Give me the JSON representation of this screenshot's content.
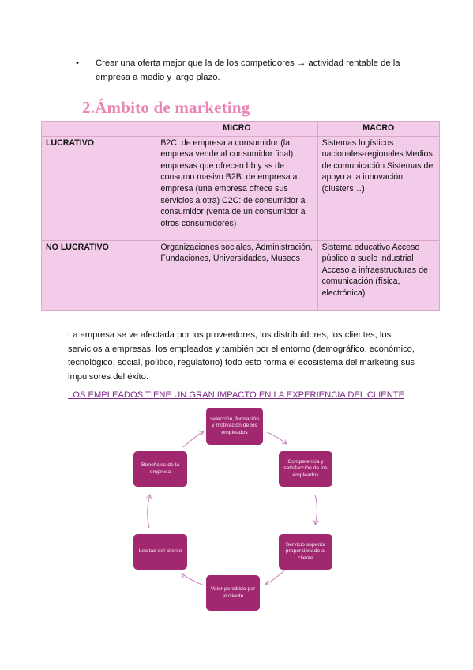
{
  "bullet": {
    "symbol": "•",
    "text": "Crear una oferta mejor que la de los competidores → actividad rentable de la empresa a medio y largo plazo."
  },
  "section_title": "2.Ámbito de marketing",
  "table": {
    "headers": [
      "",
      "MICRO",
      "MACRO"
    ],
    "rows": [
      {
        "label": "LUCRATIVO",
        "micro": "B2C: de empresa a consumidor (la empresa vende al consumidor final) empresas que ofrecen bb y ss de consumo masivo B2B: de empresa a empresa (una empresa ofrece sus servicios a otra) C2C: de consumidor a consumidor (venta de un consumidor a otros consumidores)",
        "macro": "Sistemas logísticos nacionales-regionales Medios de comunicación Sistemas de apoyo a la innovación (clusters…)"
      },
      {
        "label": "NO LUCRATIVO",
        "micro": "Organizaciones sociales, Administración, Fundaciones, Universidades, Museos",
        "macro": "Sistema educativo Acceso público a suelo industrial Acceso a infraestructuras de comunicación (física, electrónica)"
      }
    ]
  },
  "paragraph": "La empresa se ve afectada por los proveedores, los distribuidores, los clientes, los servicios a empresas, los empleados y también por el entorno (demográfico, económico, tecnológico, social, político, regulatorio) todo esto forma el ecosistema del marketing sus impulsores del éxito.",
  "cycle_heading": "LOS EMPLEADOS TIENE UN GRAN IMPACTO EN LA EXPERIENCIA DEL CLIENTE",
  "cycle": [
    "selección, formación y motivación de los empleados",
    "Competencia y satisfacción de los empleados",
    "Servicio superior proporcionado al cliente",
    "Valor percibido por el cliente",
    "Lealtad del cliente",
    "Beneficios de la empresa"
  ],
  "colors": {
    "title": "#e985b5",
    "table_fill": "#f2cce9",
    "node_fill": "#a1286f",
    "arrow": "#c98cc0",
    "link": "#7c2a86"
  }
}
